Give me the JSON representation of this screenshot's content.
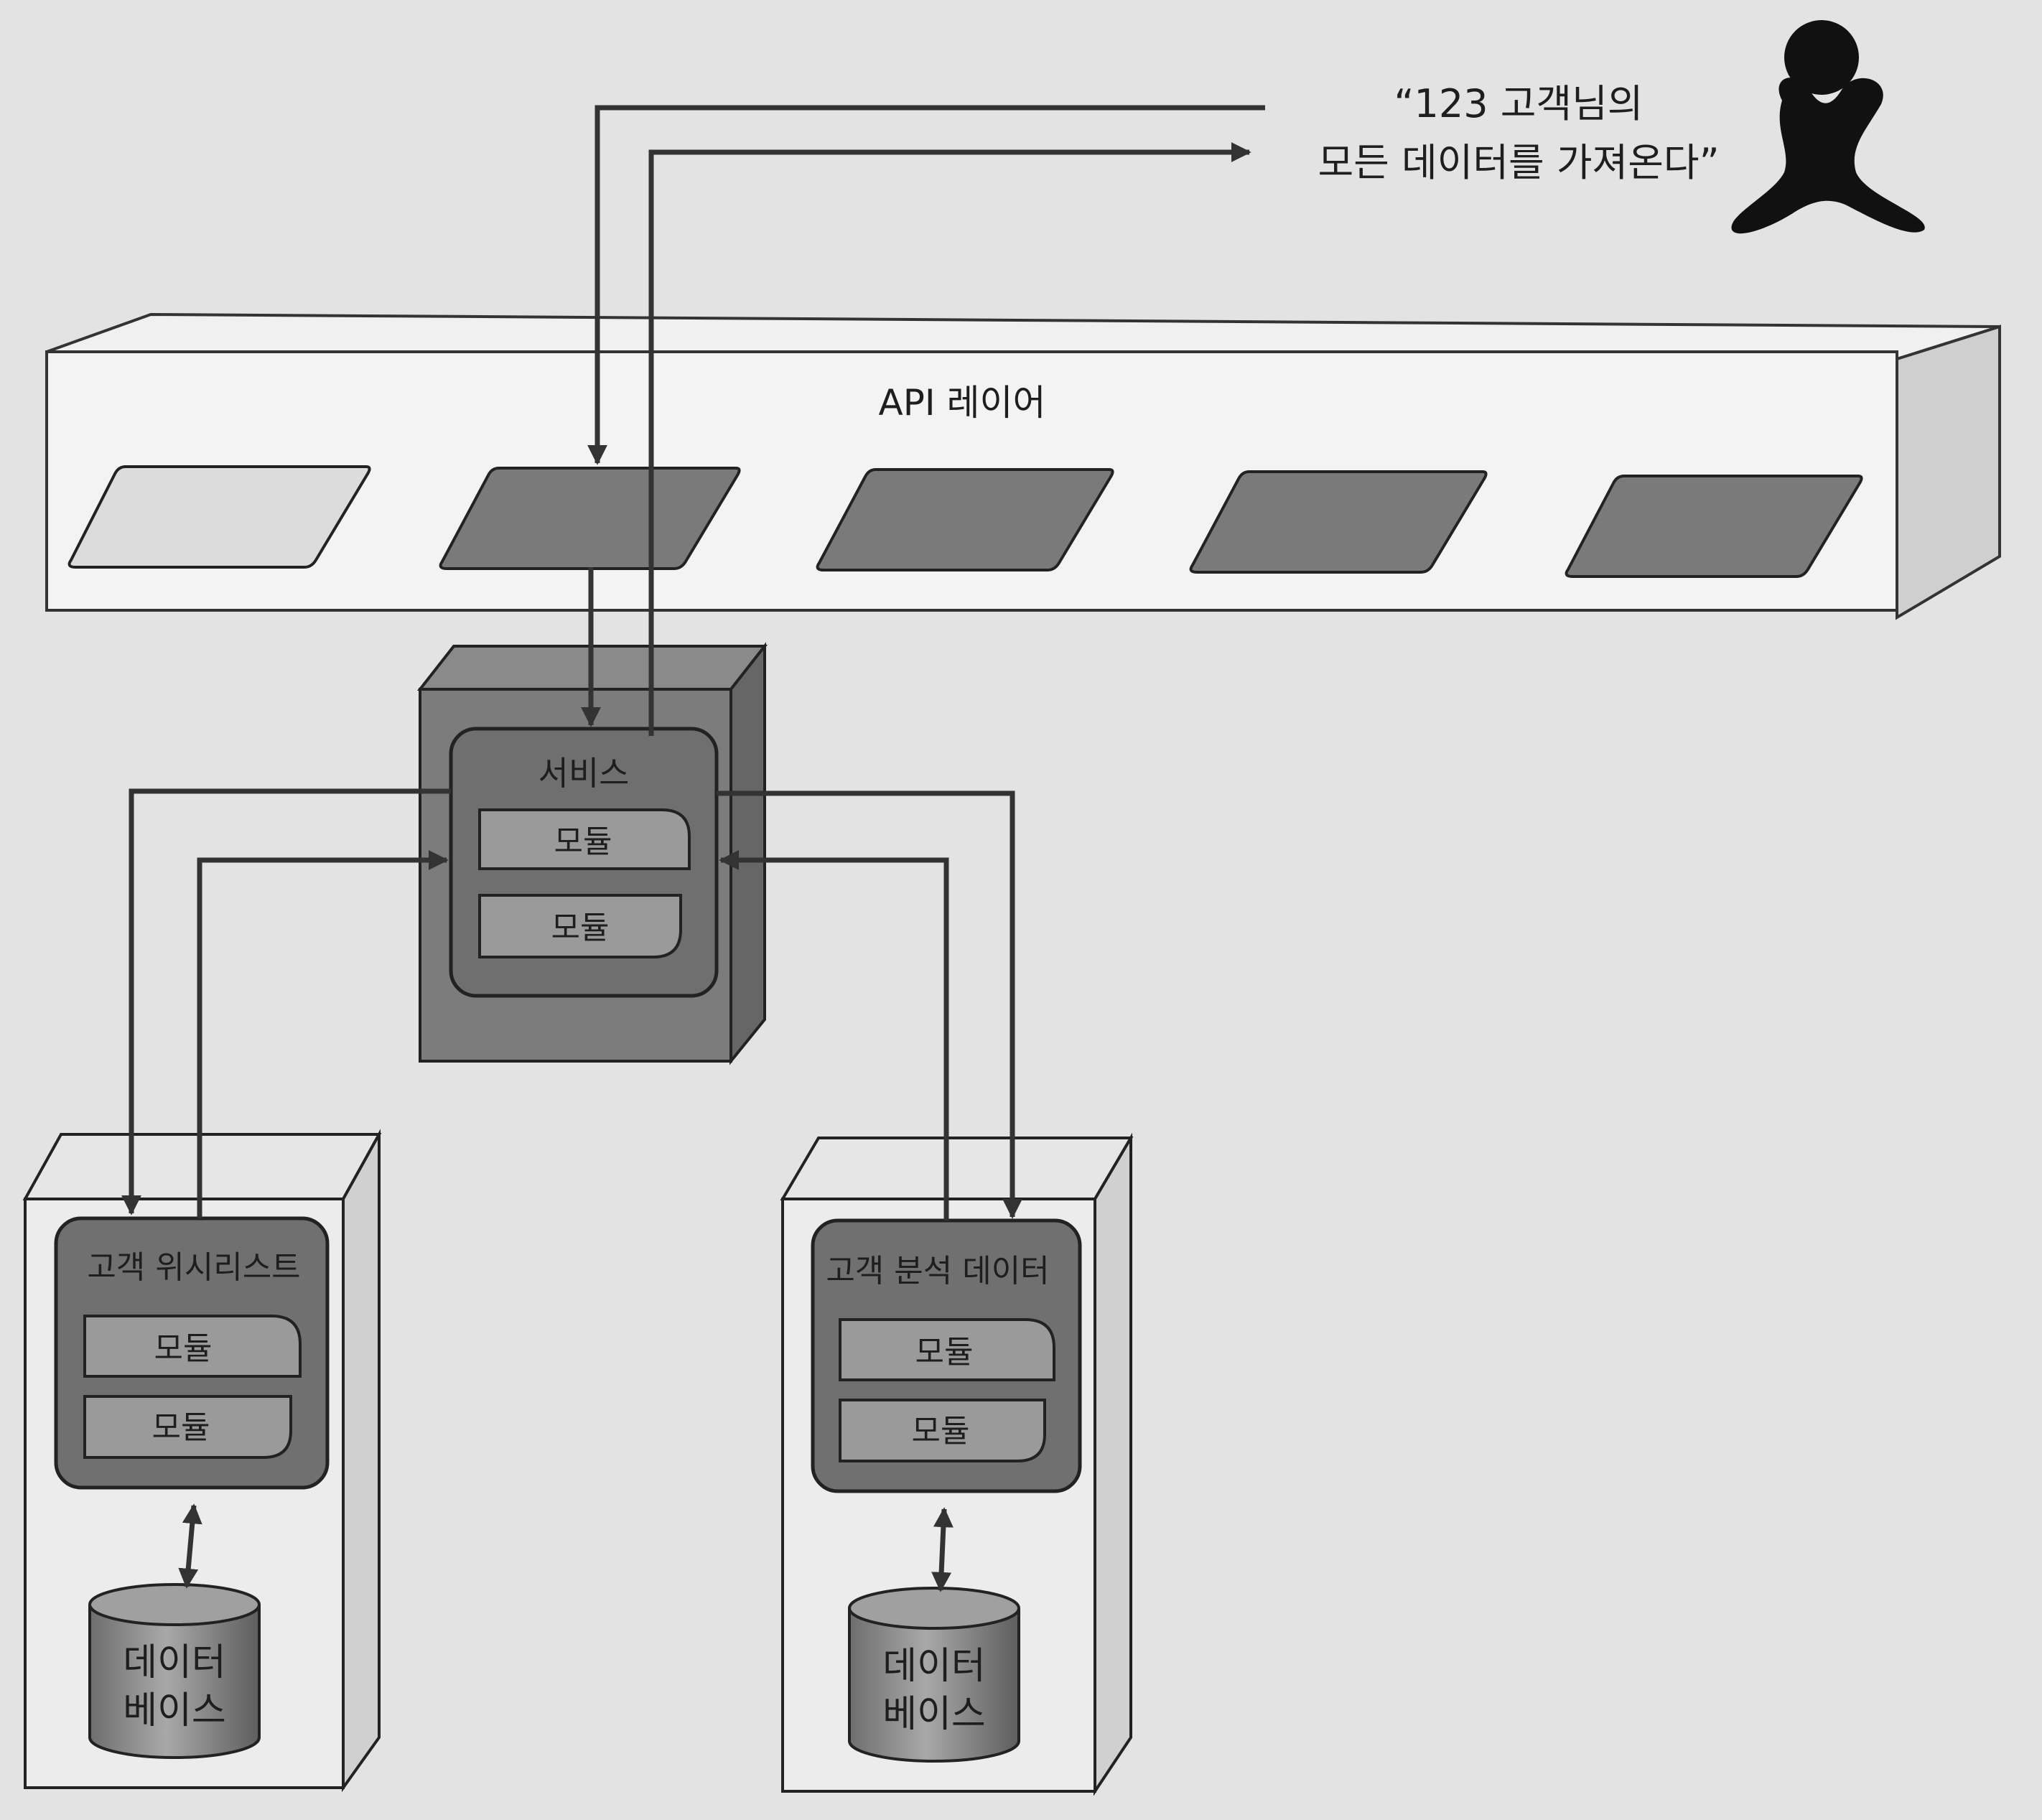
{
  "request": {
    "line1": "“123 고객님의",
    "line2": "모든 데이터를 가져온다”"
  },
  "api_layer": {
    "label": "API 레이어"
  },
  "service": {
    "title": "서비스",
    "modules": [
      "모듈",
      "모듈"
    ]
  },
  "wishlist": {
    "title": "고객 위시리스트",
    "modules": [
      "모듈",
      "모듈"
    ],
    "db_line1": "데이터",
    "db_line2": "베이스"
  },
  "analytics": {
    "title": "고객 분석 데이터",
    "modules": [
      "모듈",
      "모듈"
    ],
    "db_line1": "데이터",
    "db_line2": "베이스"
  },
  "icons": {
    "user": "user-person-icon",
    "endpoint": "api-endpoint-parallelogram-icon",
    "database": "database-cylinder-icon"
  },
  "colors": {
    "background": "#e3e3e3",
    "box_fill": "#7c7c7c",
    "box_dark": "#6a6a6a",
    "module_fill": "#9a9a9a",
    "endpoint_light": "#dcdcdc",
    "endpoint_dark": "#7a7a7a",
    "line": "#333333"
  }
}
